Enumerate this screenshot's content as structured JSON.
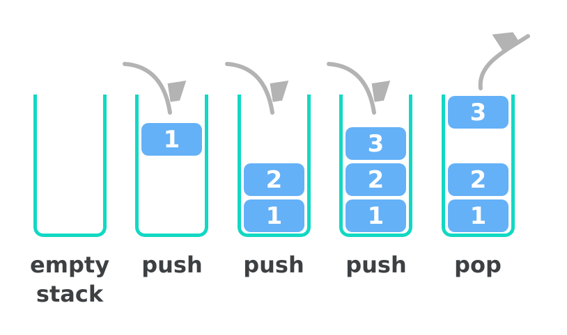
{
  "diagram": {
    "subject": "stack-push-pop-operations",
    "colors": {
      "container_outline": "#12d8c3",
      "block_fill": "#64b1f7",
      "block_text": "#ffffff",
      "arrow": "#b3b3b3",
      "label_text": "#3d4043",
      "background": "#ffffff"
    },
    "stacks": [
      {
        "label": "empty stack",
        "arrow": "none",
        "blocks": []
      },
      {
        "label": "push",
        "arrow": "push-down",
        "blocks": [
          "1"
        ]
      },
      {
        "label": "push",
        "arrow": "push-down",
        "blocks": [
          "2",
          "1"
        ]
      },
      {
        "label": "push",
        "arrow": "push-down",
        "blocks": [
          "3",
          "2",
          "1"
        ]
      },
      {
        "label": "pop",
        "arrow": "pop-up-right",
        "blocks": [
          "3",
          "2",
          "1"
        ]
      }
    ]
  }
}
